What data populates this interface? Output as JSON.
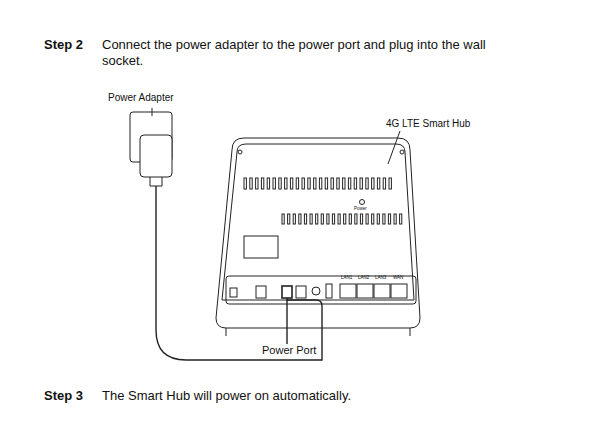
{
  "diagram": {
    "labels": [
      "Step 2",
      "Connect the power adapter to the power port and plug into the wall socket.",
      "Power Adapter",
      "4G LTE Smart Hub",
      "Power",
      "LAN1",
      "LAN2",
      "LAN3",
      "WAN",
      "Power Port",
      "Step 3",
      "The Smart Hub will power on automatically."
    ]
  }
}
